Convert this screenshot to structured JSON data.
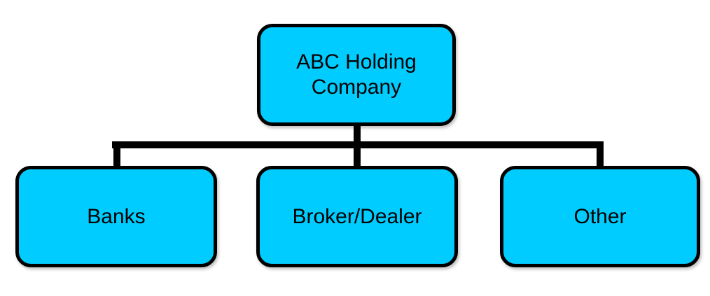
{
  "org_chart": {
    "root": {
      "label": "ABC Holding\nCompany"
    },
    "children": [
      {
        "label": "Banks"
      },
      {
        "label": "Broker/Dealer"
      },
      {
        "label": "Other"
      }
    ]
  },
  "colors": {
    "box_fill": "#00ccff",
    "box_border": "#000000",
    "connector": "#000000",
    "text": "#000000"
  }
}
